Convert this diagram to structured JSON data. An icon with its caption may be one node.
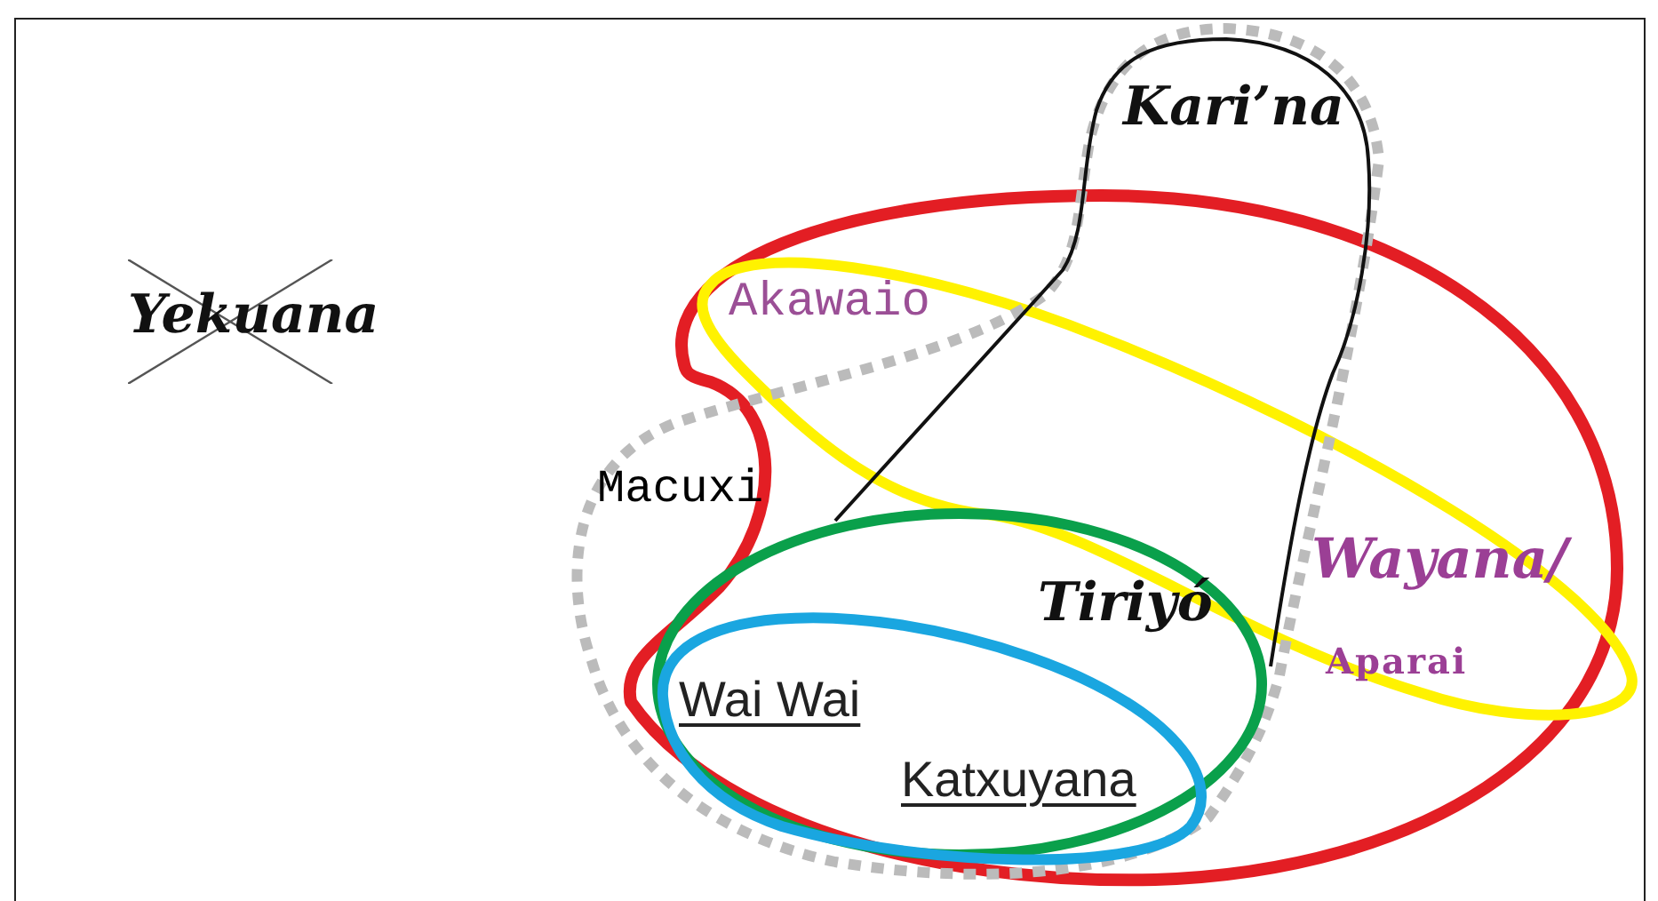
{
  "diagram": {
    "nodes": [
      {
        "text": [],
        "shape": "outline"
      },
      {
        "text": [
          "Macuxi"
        ]
      },
      {
        "text": [
          "Kari’na"
        ],
        "in": 1
      },
      {
        "text": [
          "Akawaio",
          "Wayana/",
          "Aparai"
        ],
        "in": 0
      },
      {
        "text": [
          "Tiriyó"
        ]
      },
      {
        "text": [
          "Wai Wai",
          "Katxuyana"
        ],
        "in": 4
      }
    ],
    "labels": [
      "Yekuana"
    ]
  }
}
